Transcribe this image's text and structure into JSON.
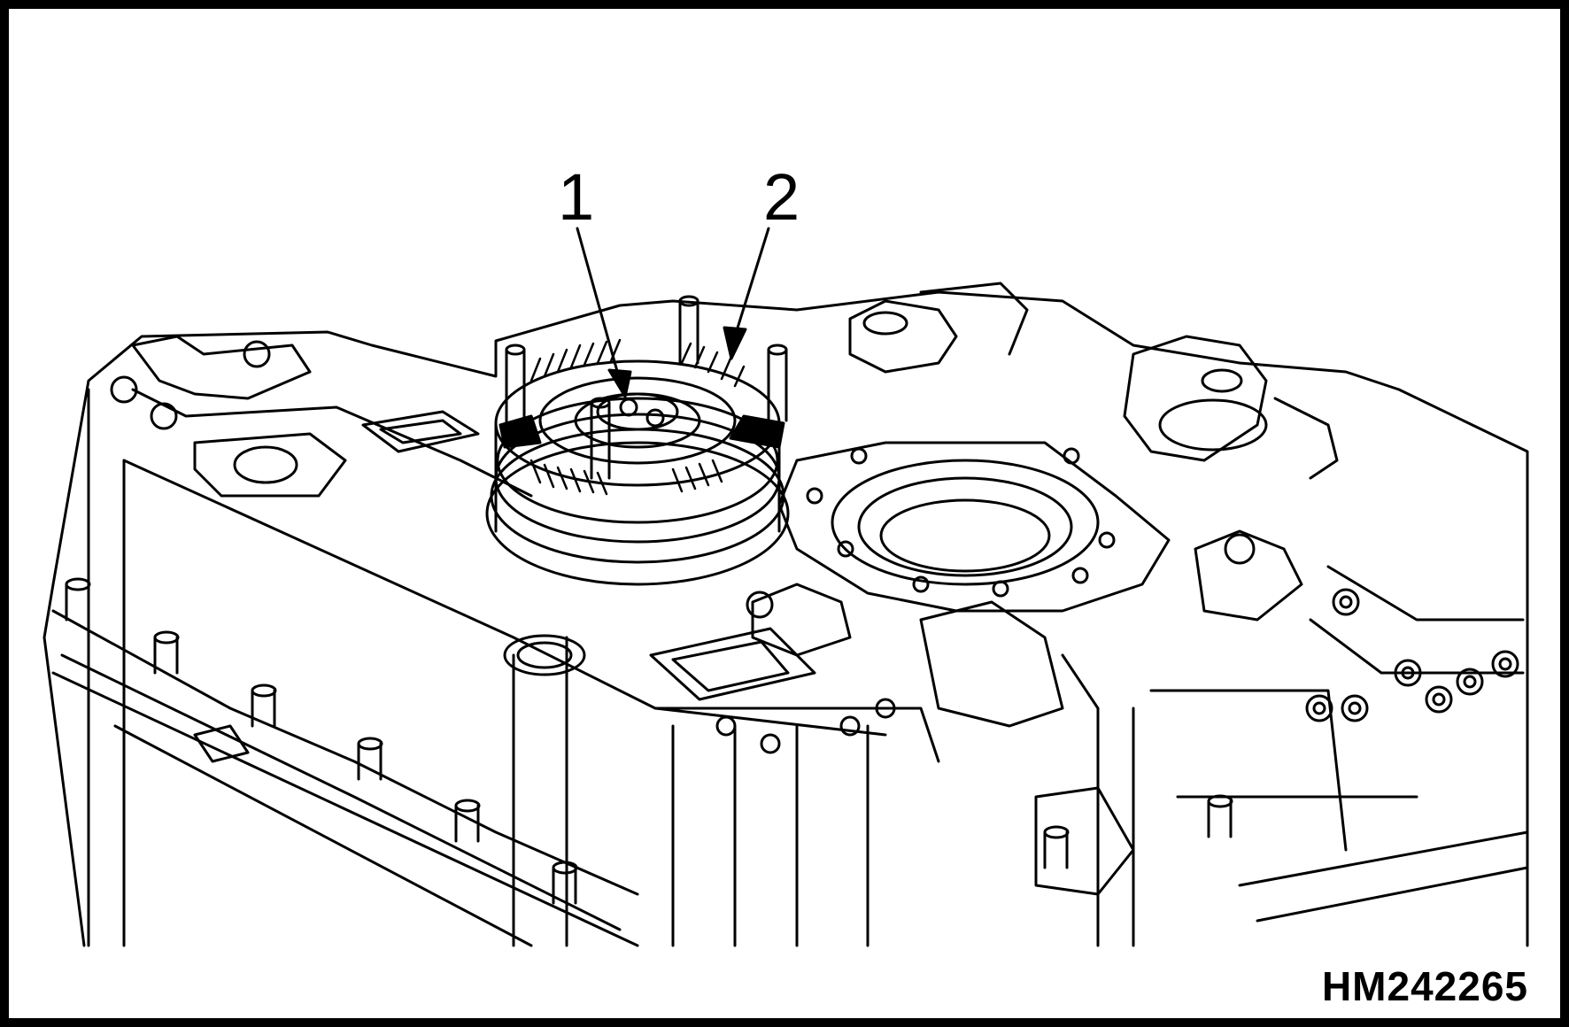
{
  "callouts": [
    {
      "label": "1"
    },
    {
      "label": "2"
    }
  ],
  "figure_id": "HM242265",
  "colors": {
    "line": "#000000",
    "background": "#ffffff"
  }
}
